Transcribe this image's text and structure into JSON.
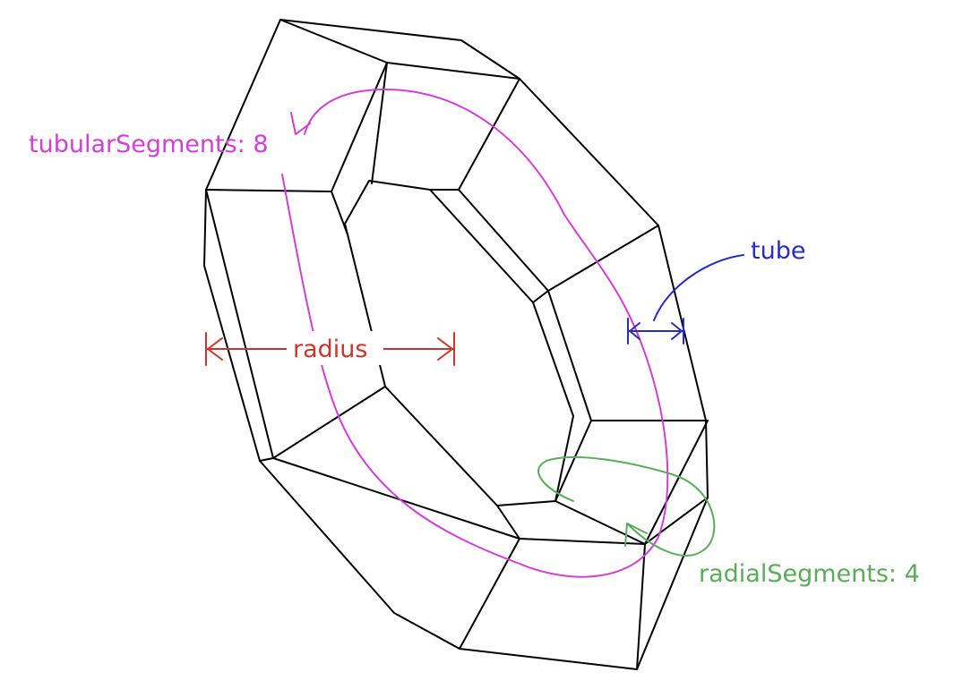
{
  "labels": {
    "tubular": "tubularSegments: 8",
    "radius": "radius",
    "tube": "tube",
    "radial": "radialSegments: 4"
  },
  "colors": {
    "tubular": "#d13fd6",
    "radius": "#c8372d",
    "tube": "#2a2bc0",
    "radial": "#5aab5a",
    "edges": "#000000"
  }
}
